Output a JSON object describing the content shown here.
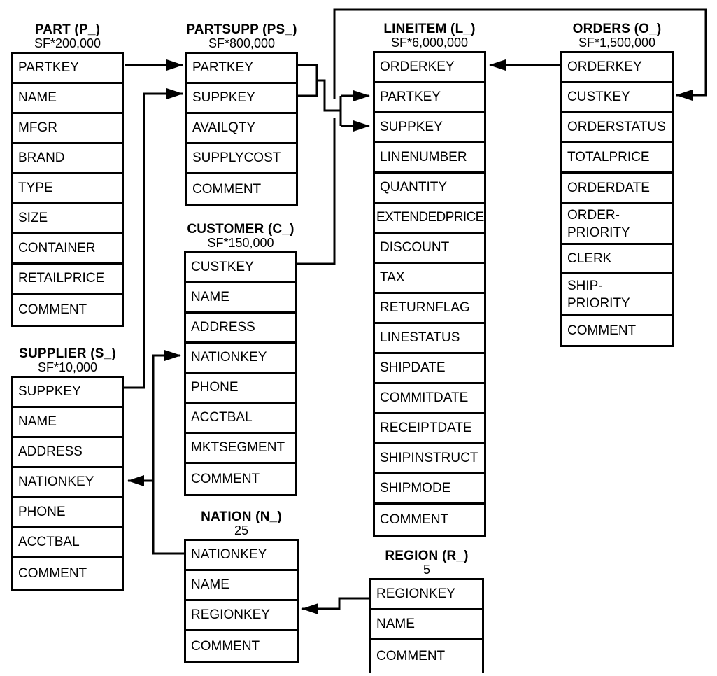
{
  "colors": {
    "ink": "#000000",
    "background": "#ffffff"
  },
  "tables": {
    "part": {
      "title": "PART (P_)",
      "cardinality": "SF*200,000",
      "columns": [
        "PARTKEY",
        "NAME",
        "MFGR",
        "BRAND",
        "TYPE",
        "SIZE",
        "CONTAINER",
        "RETAILPRICE",
        "COMMENT"
      ]
    },
    "partsupp": {
      "title": "PARTSUPP (PS_)",
      "cardinality": "SF*800,000",
      "columns": [
        "PARTKEY",
        "SUPPKEY",
        "AVAILQTY",
        "SUPPLYCOST",
        "COMMENT"
      ]
    },
    "lineitem": {
      "title": "LINEITEM (L_)",
      "cardinality": "SF*6,000,000",
      "columns": [
        "ORDERKEY",
        "PARTKEY",
        "SUPPKEY",
        "LINENUMBER",
        "QUANTITY",
        "EXTENDEDPRICE",
        "DISCOUNT",
        "TAX",
        "RETURNFLAG",
        "LINESTATUS",
        "SHIPDATE",
        "COMMITDATE",
        "RECEIPTDATE",
        "SHIPINSTRUCT",
        "SHIPMODE",
        "COMMENT"
      ]
    },
    "orders": {
      "title": "ORDERS (O_)",
      "cardinality": "SF*1,500,000",
      "columns": [
        "ORDERKEY",
        "CUSTKEY",
        "ORDERSTATUS",
        "TOTALPRICE",
        "ORDERDATE",
        "ORDER-\nPRIORITY",
        "CLERK",
        "SHIP-\nPRIORITY",
        "COMMENT"
      ]
    },
    "supplier": {
      "title": "SUPPLIER (S_)",
      "cardinality": "SF*10,000",
      "columns": [
        "SUPPKEY",
        "NAME",
        "ADDRESS",
        "NATIONKEY",
        "PHONE",
        "ACCTBAL",
        "COMMENT"
      ]
    },
    "customer": {
      "title": "CUSTOMER (C_)",
      "cardinality": "SF*150,000",
      "columns": [
        "CUSTKEY",
        "NAME",
        "ADDRESS",
        "NATIONKEY",
        "PHONE",
        "ACCTBAL",
        "MKTSEGMENT",
        "COMMENT"
      ]
    },
    "nation": {
      "title": "NATION (N_)",
      "cardinality": "25",
      "columns": [
        "NATIONKEY",
        "NAME",
        "REGIONKEY",
        "COMMENT"
      ]
    },
    "region": {
      "title": "REGION (R_)",
      "cardinality": "5",
      "columns": [
        "REGIONKEY",
        "NAME",
        "COMMENT"
      ]
    }
  },
  "relationships": [
    {
      "from": "PART.PARTKEY",
      "to": "PARTSUPP.PARTKEY"
    },
    {
      "from": "SUPPLIER.SUPPKEY",
      "to": "PARTSUPP.SUPPKEY"
    },
    {
      "from": "PARTSUPP.PARTKEY",
      "to": "LINEITEM.PARTKEY"
    },
    {
      "from": "PARTSUPP.SUPPKEY",
      "to": "LINEITEM.SUPPKEY"
    },
    {
      "from": "ORDERS.ORDERKEY",
      "to": "LINEITEM.ORDERKEY"
    },
    {
      "from": "CUSTOMER.CUSTKEY",
      "to": "ORDERS.CUSTKEY"
    },
    {
      "from": "NATION.NATIONKEY",
      "to": "CUSTOMER.NATIONKEY"
    },
    {
      "from": "NATION.NATIONKEY",
      "to": "SUPPLIER.NATIONKEY"
    },
    {
      "from": "REGION.REGIONKEY",
      "to": "NATION.REGIONKEY"
    }
  ]
}
